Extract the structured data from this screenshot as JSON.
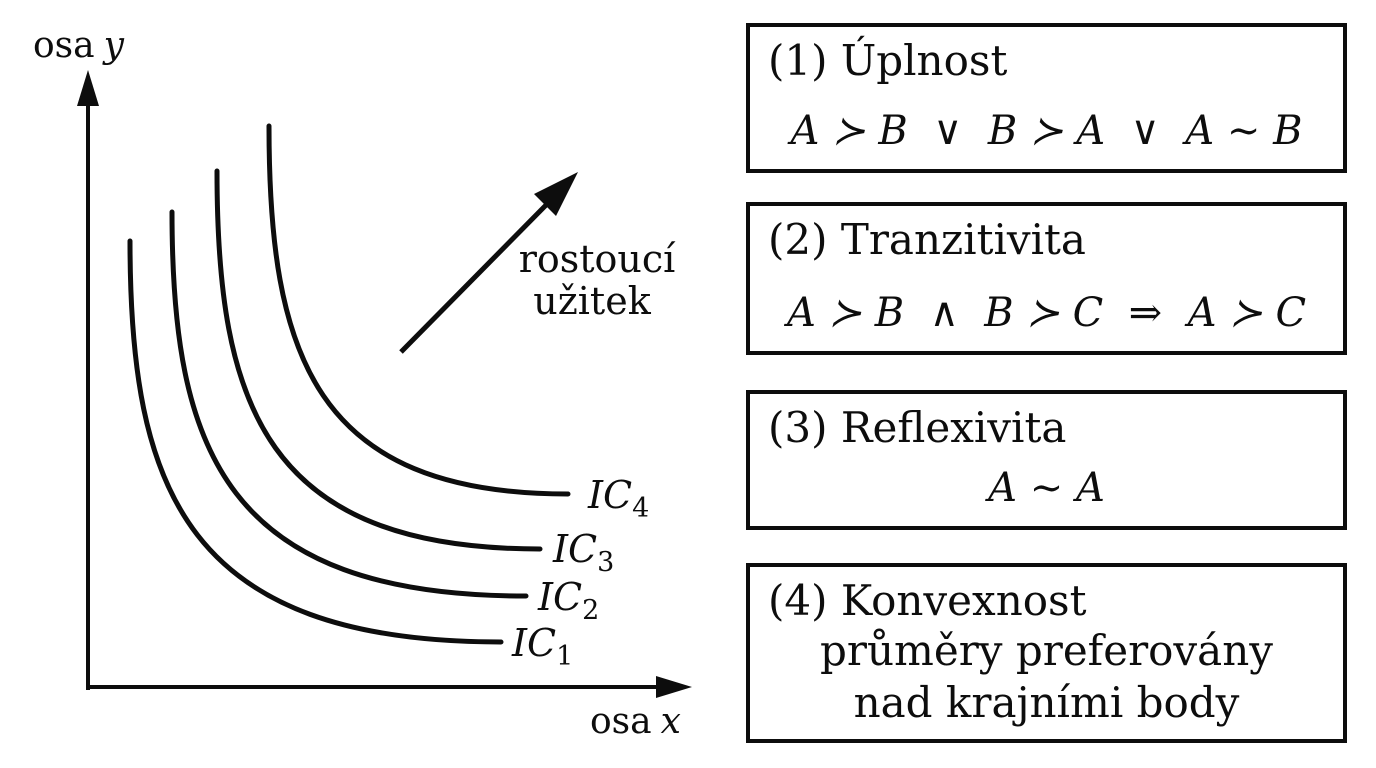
{
  "graph": {
    "y_axis_label": {
      "text": "osa",
      "var": "y"
    },
    "x_axis_label": {
      "text": "osa",
      "var": "x"
    },
    "utility_arrow_label": {
      "line1": "rostoucí",
      "line2": "užitek"
    },
    "curve_labels": [
      {
        "base": "IC",
        "sub": "1"
      },
      {
        "base": "IC",
        "sub": "2"
      },
      {
        "base": "IC",
        "sub": "3"
      },
      {
        "base": "IC",
        "sub": "4"
      }
    ],
    "curve_count": 4,
    "curve_type": "indifference-curves"
  },
  "axioms": [
    {
      "heading": "(1) Úplnost",
      "formula": "A ≻ B  ∨  B ≻ A  ∨  A ∼ B"
    },
    {
      "heading": "(2) Tranzitivita",
      "formula": "A ≻ B  ∧  B ≻ C  ⇒  A ≻ C"
    },
    {
      "heading": "(3) Reflexivita",
      "formula": "A ∼ A"
    },
    {
      "heading": "(4) Konvexnost",
      "line1": "průměry preferovány",
      "line2": "nad krajními body"
    }
  ],
  "colors": {
    "ink": "#0d0d0d",
    "background": "#ffffff"
  }
}
